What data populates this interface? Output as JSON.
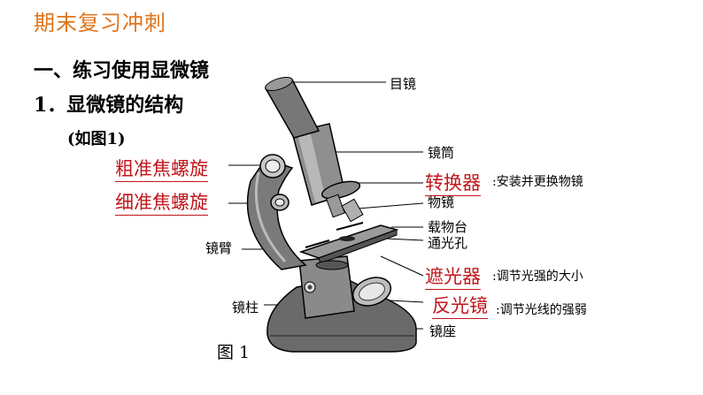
{
  "header": {
    "title": "期末复习冲刺"
  },
  "section": {
    "heading": "一、练习使用显微镜",
    "subheading": "1．显微镜的结构",
    "figure_ref": "(如图1)"
  },
  "answers": {
    "coarse_focus": "粗准焦螺旋",
    "fine_focus": "细准焦螺旋",
    "nosepiece": "转换器",
    "diaphragm": "遮光器",
    "mirror": "反光镜"
  },
  "labels": {
    "eyepiece": "目镜",
    "tube": "镜筒",
    "objective": "物镜",
    "stage": "载物台",
    "aperture": "通光孔",
    "arm": "镜臂",
    "pillar": "镜柱",
    "base": "镜座"
  },
  "descriptions": {
    "nosepiece": ":安装并更换物镜",
    "diaphragm": ":调节光强的大小",
    "mirror": ":调节光线的强弱"
  },
  "figure": {
    "caption": "图 1"
  },
  "colors": {
    "title": "#e0741b",
    "answer": "#c0161c"
  }
}
